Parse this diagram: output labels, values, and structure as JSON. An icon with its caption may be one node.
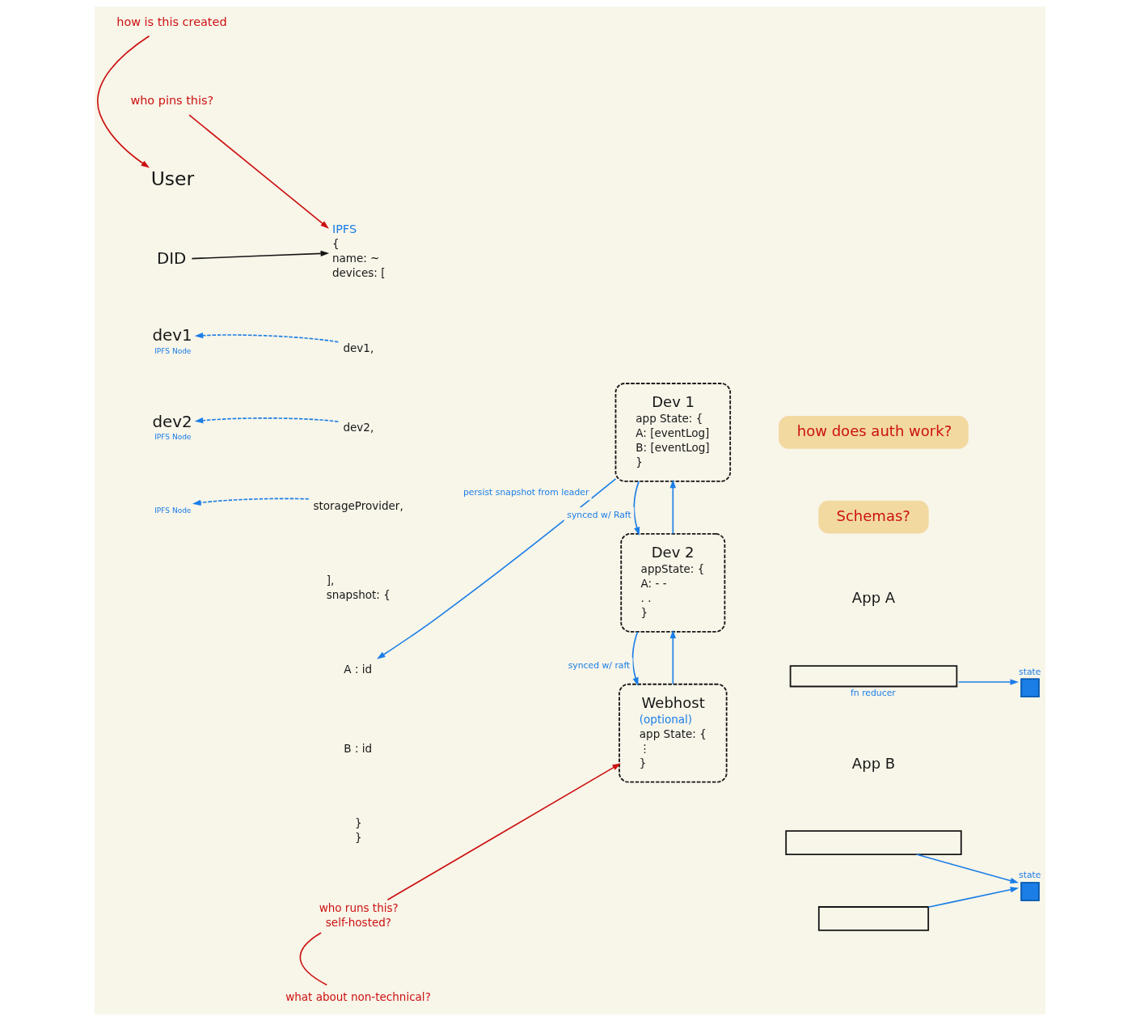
{
  "diagram": {
    "nodes": [
      {
        "text": [
          "how is this created"
        ]
      },
      {
        "text": [
          "who pins this?"
        ]
      },
      {
        "text": [
          "how does auth work?"
        ]
      },
      {
        "text": [
          "Schemas?"
        ]
      },
      {
        "text": [
          "User"
        ]
      },
      {
        "text": [
          "DID"
        ]
      },
      {
        "text": [
          "IPFS",
          "{",
          "name: ~",
          "devices: ["
        ]
      },
      {
        "text": [
          "dev1,"
        ]
      },
      {
        "text": [
          "dev2,"
        ]
      },
      {
        "text": [
          "storageProvider,"
        ]
      },
      {
        "text": [
          "],",
          "snapshot: {"
        ]
      },
      {
        "text": [
          "A : id"
        ]
      },
      {
        "text": [
          "B : id"
        ]
      },
      {
        "text": [
          "}",
          "}"
        ]
      },
      {
        "text": [
          "dev1",
          "IPFS Node"
        ]
      },
      {
        "text": [
          "dev2",
          "IPFS Node"
        ]
      },
      {
        "text": [
          "IPFS Node"
        ]
      },
      {
        "text": [
          "Dev 1",
          "app State: {",
          "A: [eventLog]",
          "B: [eventLog]",
          "}"
        ]
      },
      {
        "text": [
          "Dev 2",
          "appState: {",
          "A: - -",
          ". .",
          "}"
        ]
      },
      {
        "text": [
          "Webhost",
          "(optional)",
          "app State: {",
          "⋮",
          "}"
        ]
      },
      {
        "text": [],
        "shape": "box",
        "beside": [
          "fn reducer"
        ]
      },
      {
        "text": [
          "state"
        ]
      },
      {
        "text": [],
        "shape": "box"
      },
      {
        "text": [],
        "shape": "box"
      },
      {
        "text": [
          "state"
        ]
      },
      {
        "text": [
          "who runs this?",
          "self-hosted?"
        ]
      },
      {
        "text": [
          "what about non-technical?"
        ]
      }
    ],
    "edges": [
      {
        "from": 0,
        "to": 4,
        "arrow": "to",
        "color": "#cc1010"
      },
      {
        "from": 1,
        "to": 6,
        "arrow": "to",
        "color": "#cc1010"
      },
      {
        "from": 5,
        "to": 6,
        "arrow": "to",
        "color": "#161616"
      },
      {
        "from": 7,
        "to": 14,
        "arrow": "to",
        "style": "dashed"
      },
      {
        "from": 8,
        "to": 15,
        "arrow": "to",
        "style": "dashed"
      },
      {
        "from": 9,
        "to": 16,
        "arrow": "to",
        "style": "dashed"
      },
      {
        "from": 17,
        "to": 11,
        "arrow": "to",
        "label": "persist snapshot from leader"
      },
      {
        "from": 18,
        "to": 17,
        "arrow": "to"
      },
      {
        "from": 17,
        "to": 18,
        "arrow": "to",
        "label": "synced w/ Raft"
      },
      {
        "from": 19,
        "to": 18,
        "arrow": "to"
      },
      {
        "from": 18,
        "to": 19,
        "arrow": "to",
        "label": "synced w/ raft"
      },
      {
        "from": 25,
        "to": 19,
        "arrow": "to",
        "color": "#cc1010"
      },
      {
        "from": 25,
        "to": 26,
        "arrow": "none",
        "color": "#cc1010"
      },
      {
        "from": 20,
        "to": 21,
        "arrow": "to"
      },
      {
        "from": 22,
        "to": 24,
        "arrow": "to"
      },
      {
        "from": 23,
        "to": 24,
        "arrow": "to"
      }
    ],
    "labels": [
      "App A",
      "App B"
    ]
  }
}
